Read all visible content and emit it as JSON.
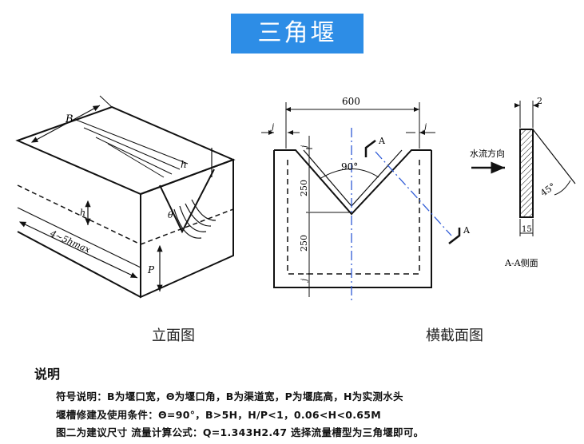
{
  "title": "三角堰",
  "elevation": {
    "caption": "立面图",
    "label_B": "B",
    "label_h": "h",
    "label_theta": "θ",
    "label_length": "4~5hmax",
    "label_P": "P"
  },
  "cross_section": {
    "caption": "横截面图",
    "dim_top": "600",
    "dim_j": "j",
    "dim_250_top": "250",
    "dim_250_bottom": "250",
    "angle": "90°",
    "section_mark": "A"
  },
  "side_view": {
    "flow_label": "水流方向",
    "dim_2": "2",
    "dim_15": "15",
    "angle": "45°",
    "caption": "A-A侧面"
  },
  "notes": {
    "heading": "说明",
    "lines": [
      "符号说明：B为堰口宽，Θ为堰口角，B为渠道宽，P为堰底高，H为实测水头",
      "堰槽修建及使用条件：Θ=90°，B>5H，H/P<1，0.06<H<0.65M",
      "图二为建议尺寸   流量计算公式：Q=1.343H2.47  选择流量槽型为三角堰即可。"
    ]
  }
}
